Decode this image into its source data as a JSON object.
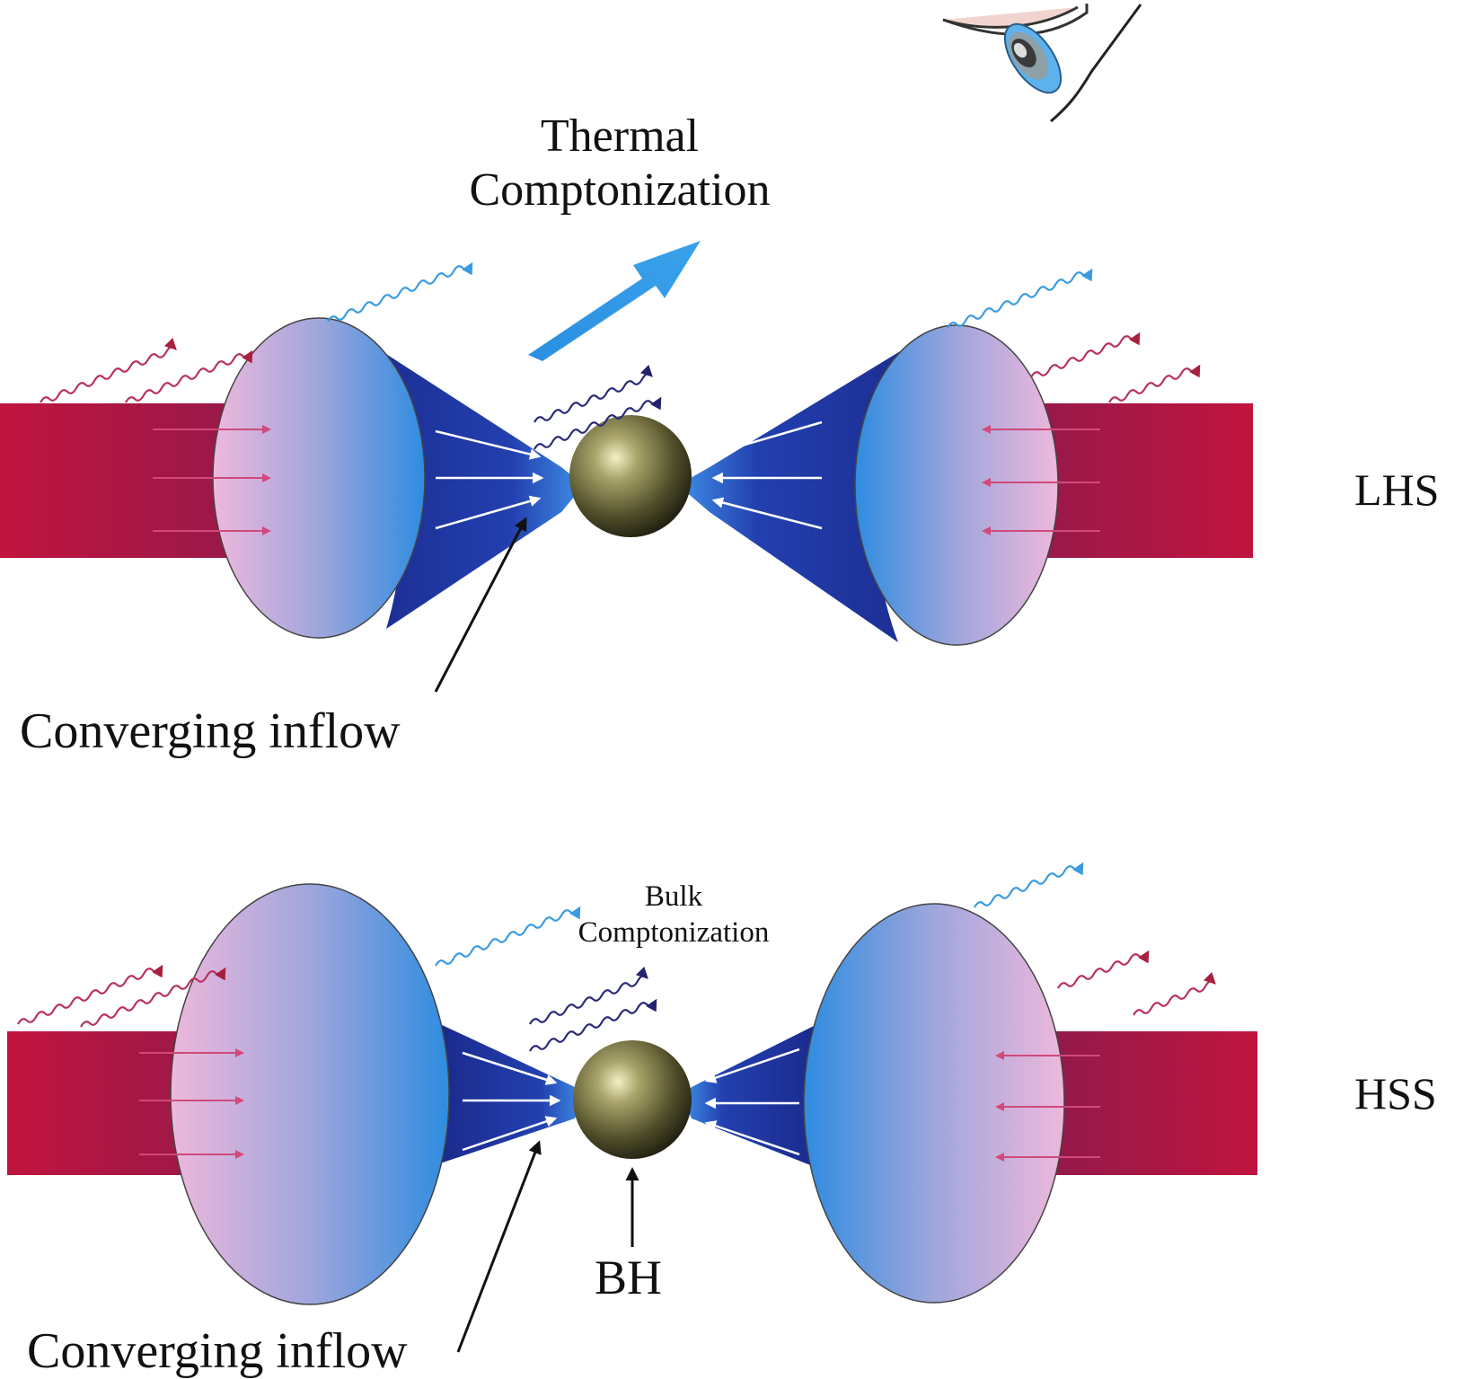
{
  "panels": [
    {
      "state_label": "LHS",
      "process_label_line1": "Thermal",
      "process_label_line2": "Comptonization",
      "inflow_label": "Converging inflow"
    },
    {
      "state_label": "HSS",
      "process_label_line1": "Bulk",
      "process_label_line2": "Comptonization",
      "inflow_label": "Converging inflow",
      "bh_label": "BH"
    }
  ],
  "colors": {
    "disk": "#b01a42",
    "corona_outer": "#e8b4dc",
    "corona_inner": "#2f86dc",
    "inflow": "#1e2f9a",
    "bh": "#5c5a32",
    "photon_red": "#b8325a",
    "photon_blue": "#3a9be0",
    "photon_dark": "#2a2a7a"
  },
  "icons": [
    "observer-eye-icon",
    "outflow-arrow-icon"
  ]
}
